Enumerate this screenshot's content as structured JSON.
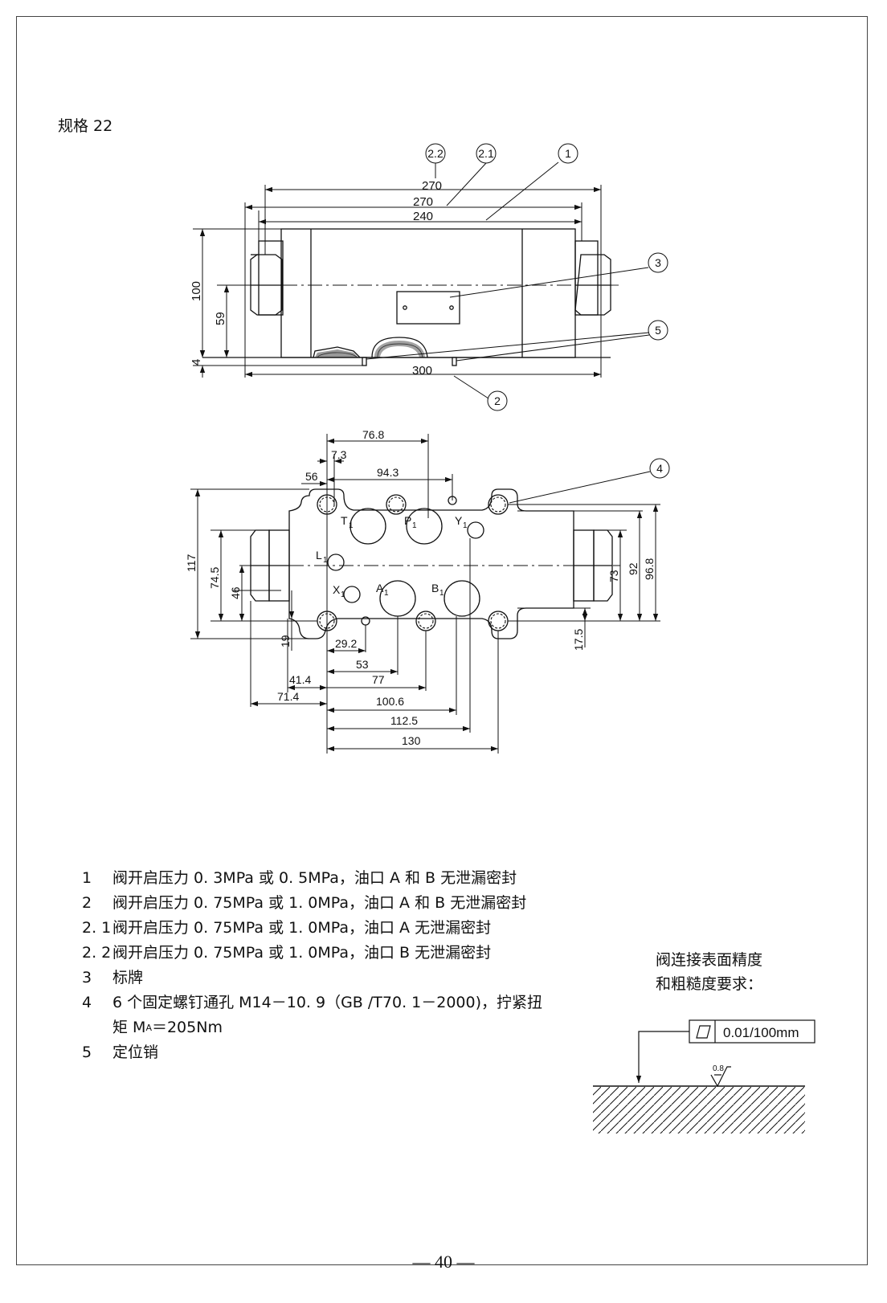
{
  "spec_title": "规格 22",
  "top_view": {
    "dims": {
      "d270a": "270",
      "d270b": "270",
      "d240": "240",
      "d300": "300",
      "d100": "100",
      "d59": "59",
      "d4": "4"
    },
    "balloons": {
      "b22": "2.2",
      "b21": "2.1",
      "b1": "1",
      "b3": "3",
      "b5": "5",
      "b2": "2"
    }
  },
  "bottom_view": {
    "dims": {
      "d76_8": "76.8",
      "d7_3": "7.3",
      "d94_3": "94.3",
      "d56": "56",
      "d117": "117",
      "d74_5": "74.5",
      "d46": "46",
      "d19": "19",
      "d29_2": "29.2",
      "d53": "53",
      "d41_4": "41.4",
      "d77": "77",
      "d71_4": "71.4",
      "d100_6": "100.6",
      "d112_5": "112.5",
      "d130": "130",
      "d73": "73",
      "d92": "92",
      "d96_8": "96.8",
      "d17_5": "17.5"
    },
    "ports": {
      "T": "T",
      "P": "P",
      "Y": "Y",
      "L": "L",
      "X": "X",
      "A": "A",
      "B": "B"
    },
    "balloons": {
      "b4": "4"
    }
  },
  "legend": [
    {
      "num": "1",
      "text": "阀开启压力 0. 3MPa 或 0. 5MPa，油口 A 和 B 无泄漏密封"
    },
    {
      "num": "2",
      "text": "阀开启压力 0. 75MPa 或 1. 0MPa，油口 A 和 B 无泄漏密封"
    },
    {
      "num": "2. 1",
      "text": "阀开启压力 0. 75MPa 或 1. 0MPa，油口 A 无泄漏密封"
    },
    {
      "num": "2. 2",
      "text": "阀开启压力 0. 75MPa 或 1. 0MPa，油口 B 无泄漏密封"
    },
    {
      "num": "3",
      "text": "标牌"
    },
    {
      "num": "4",
      "text": "6 个固定螺钉通孔 M14－10. 9（GB /T70. 1－2000)，拧紧扭"
    },
    {
      "num": "5",
      "text": "定位销"
    }
  ],
  "legend_cont": {
    "prefix": "矩 M",
    "sub": "A",
    "suffix": "＝205Nm"
  },
  "surface_req": {
    "line1": "阀连接表面精度",
    "line2": "和粗糙度要求：",
    "flatness": "0.01/100mm",
    "roughness": "0.8"
  },
  "page_number": "— 40 —"
}
